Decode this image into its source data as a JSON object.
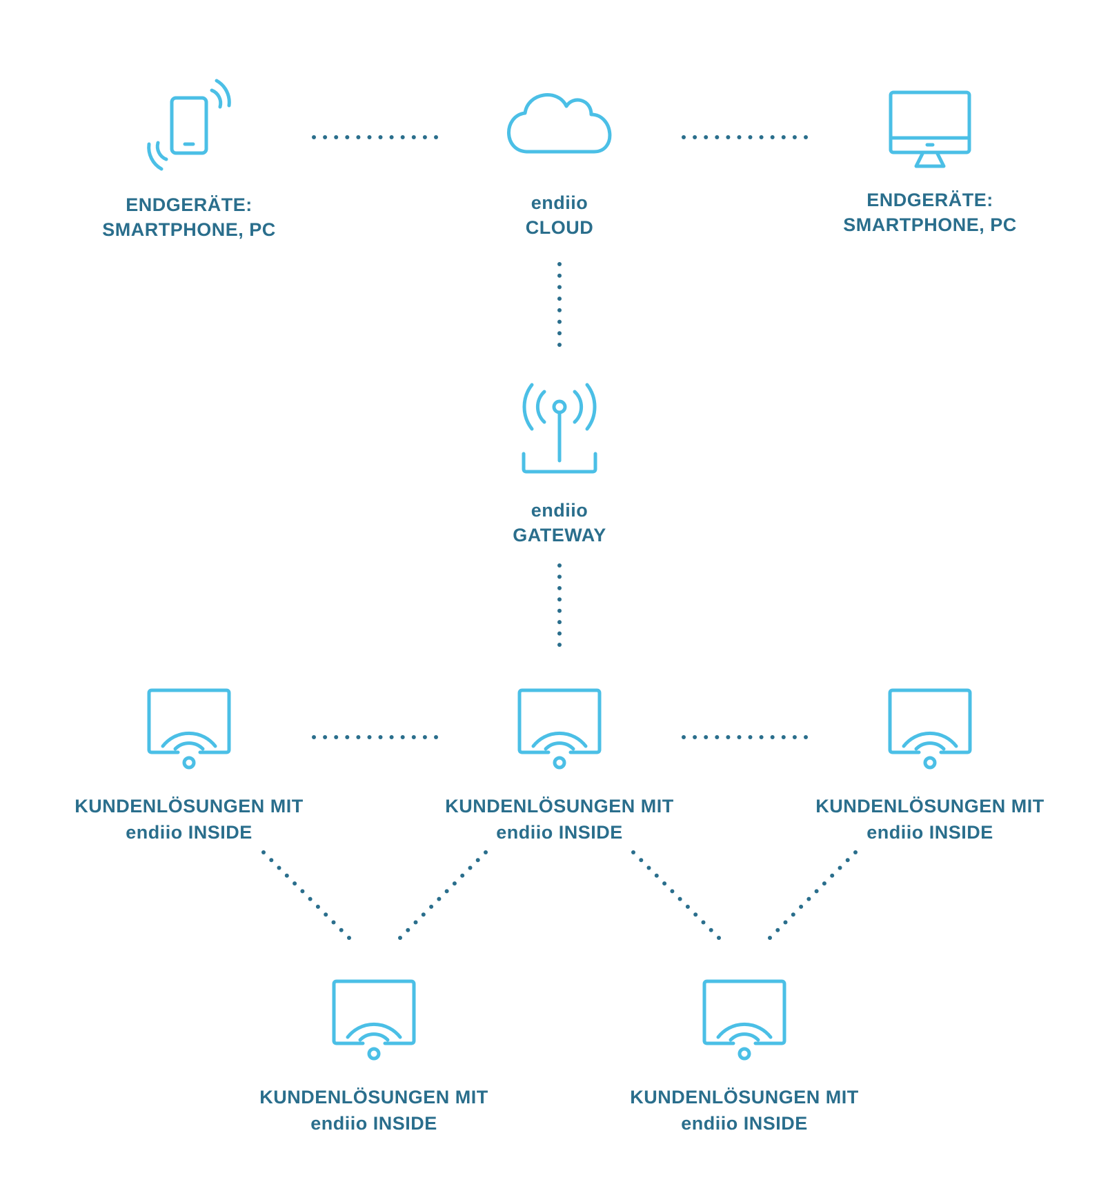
{
  "colors": {
    "icon": "#4bbfe6",
    "text": "#2a6e8c",
    "dots": "#2a6e8c",
    "background": "#ffffff"
  },
  "nodes": {
    "phone": {
      "icon": "smartphone-icon",
      "line1": "ENDGERÄTE:",
      "line2": "SMARTPHONE, PC"
    },
    "cloud": {
      "icon": "cloud-icon",
      "line1": "endiio",
      "line2": "CLOUD"
    },
    "pc": {
      "icon": "monitor-icon",
      "line1": "ENDGERÄTE:",
      "line2": "SMARTPHONE, PC"
    },
    "gateway": {
      "icon": "antenna-icon",
      "line1": "endiio",
      "line2": "GATEWAY"
    },
    "customer_1": {
      "icon": "wifi-device-icon",
      "line1": "KUNDENLÖSUNGEN MIT",
      "line2": "endiio INSIDE"
    },
    "customer_2": {
      "icon": "wifi-device-icon",
      "line1": "KUNDENLÖSUNGEN MIT",
      "line2": "endiio INSIDE"
    },
    "customer_3": {
      "icon": "wifi-device-icon",
      "line1": "KUNDENLÖSUNGEN MIT",
      "line2": "endiio INSIDE"
    },
    "customer_4": {
      "icon": "wifi-device-icon",
      "line1": "KUNDENLÖSUNGEN MIT",
      "line2": "endiio INSIDE"
    },
    "customer_5": {
      "icon": "wifi-device-icon",
      "line1": "KUNDENLÖSUNGEN MIT",
      "line2": "endiio INSIDE"
    }
  },
  "connections": [
    {
      "from": "phone",
      "to": "cloud",
      "style": "dotted"
    },
    {
      "from": "cloud",
      "to": "pc",
      "style": "dotted"
    },
    {
      "from": "cloud",
      "to": "gateway",
      "style": "dotted"
    },
    {
      "from": "gateway",
      "to": "customer_2",
      "style": "dotted"
    },
    {
      "from": "customer_1",
      "to": "customer_2",
      "style": "dotted"
    },
    {
      "from": "customer_2",
      "to": "customer_3",
      "style": "dotted"
    },
    {
      "from": "customer_1",
      "to": "customer_4",
      "style": "dotted"
    },
    {
      "from": "customer_2",
      "to": "customer_4",
      "style": "dotted"
    },
    {
      "from": "customer_2",
      "to": "customer_5",
      "style": "dotted"
    },
    {
      "from": "customer_3",
      "to": "customer_5",
      "style": "dotted"
    }
  ]
}
